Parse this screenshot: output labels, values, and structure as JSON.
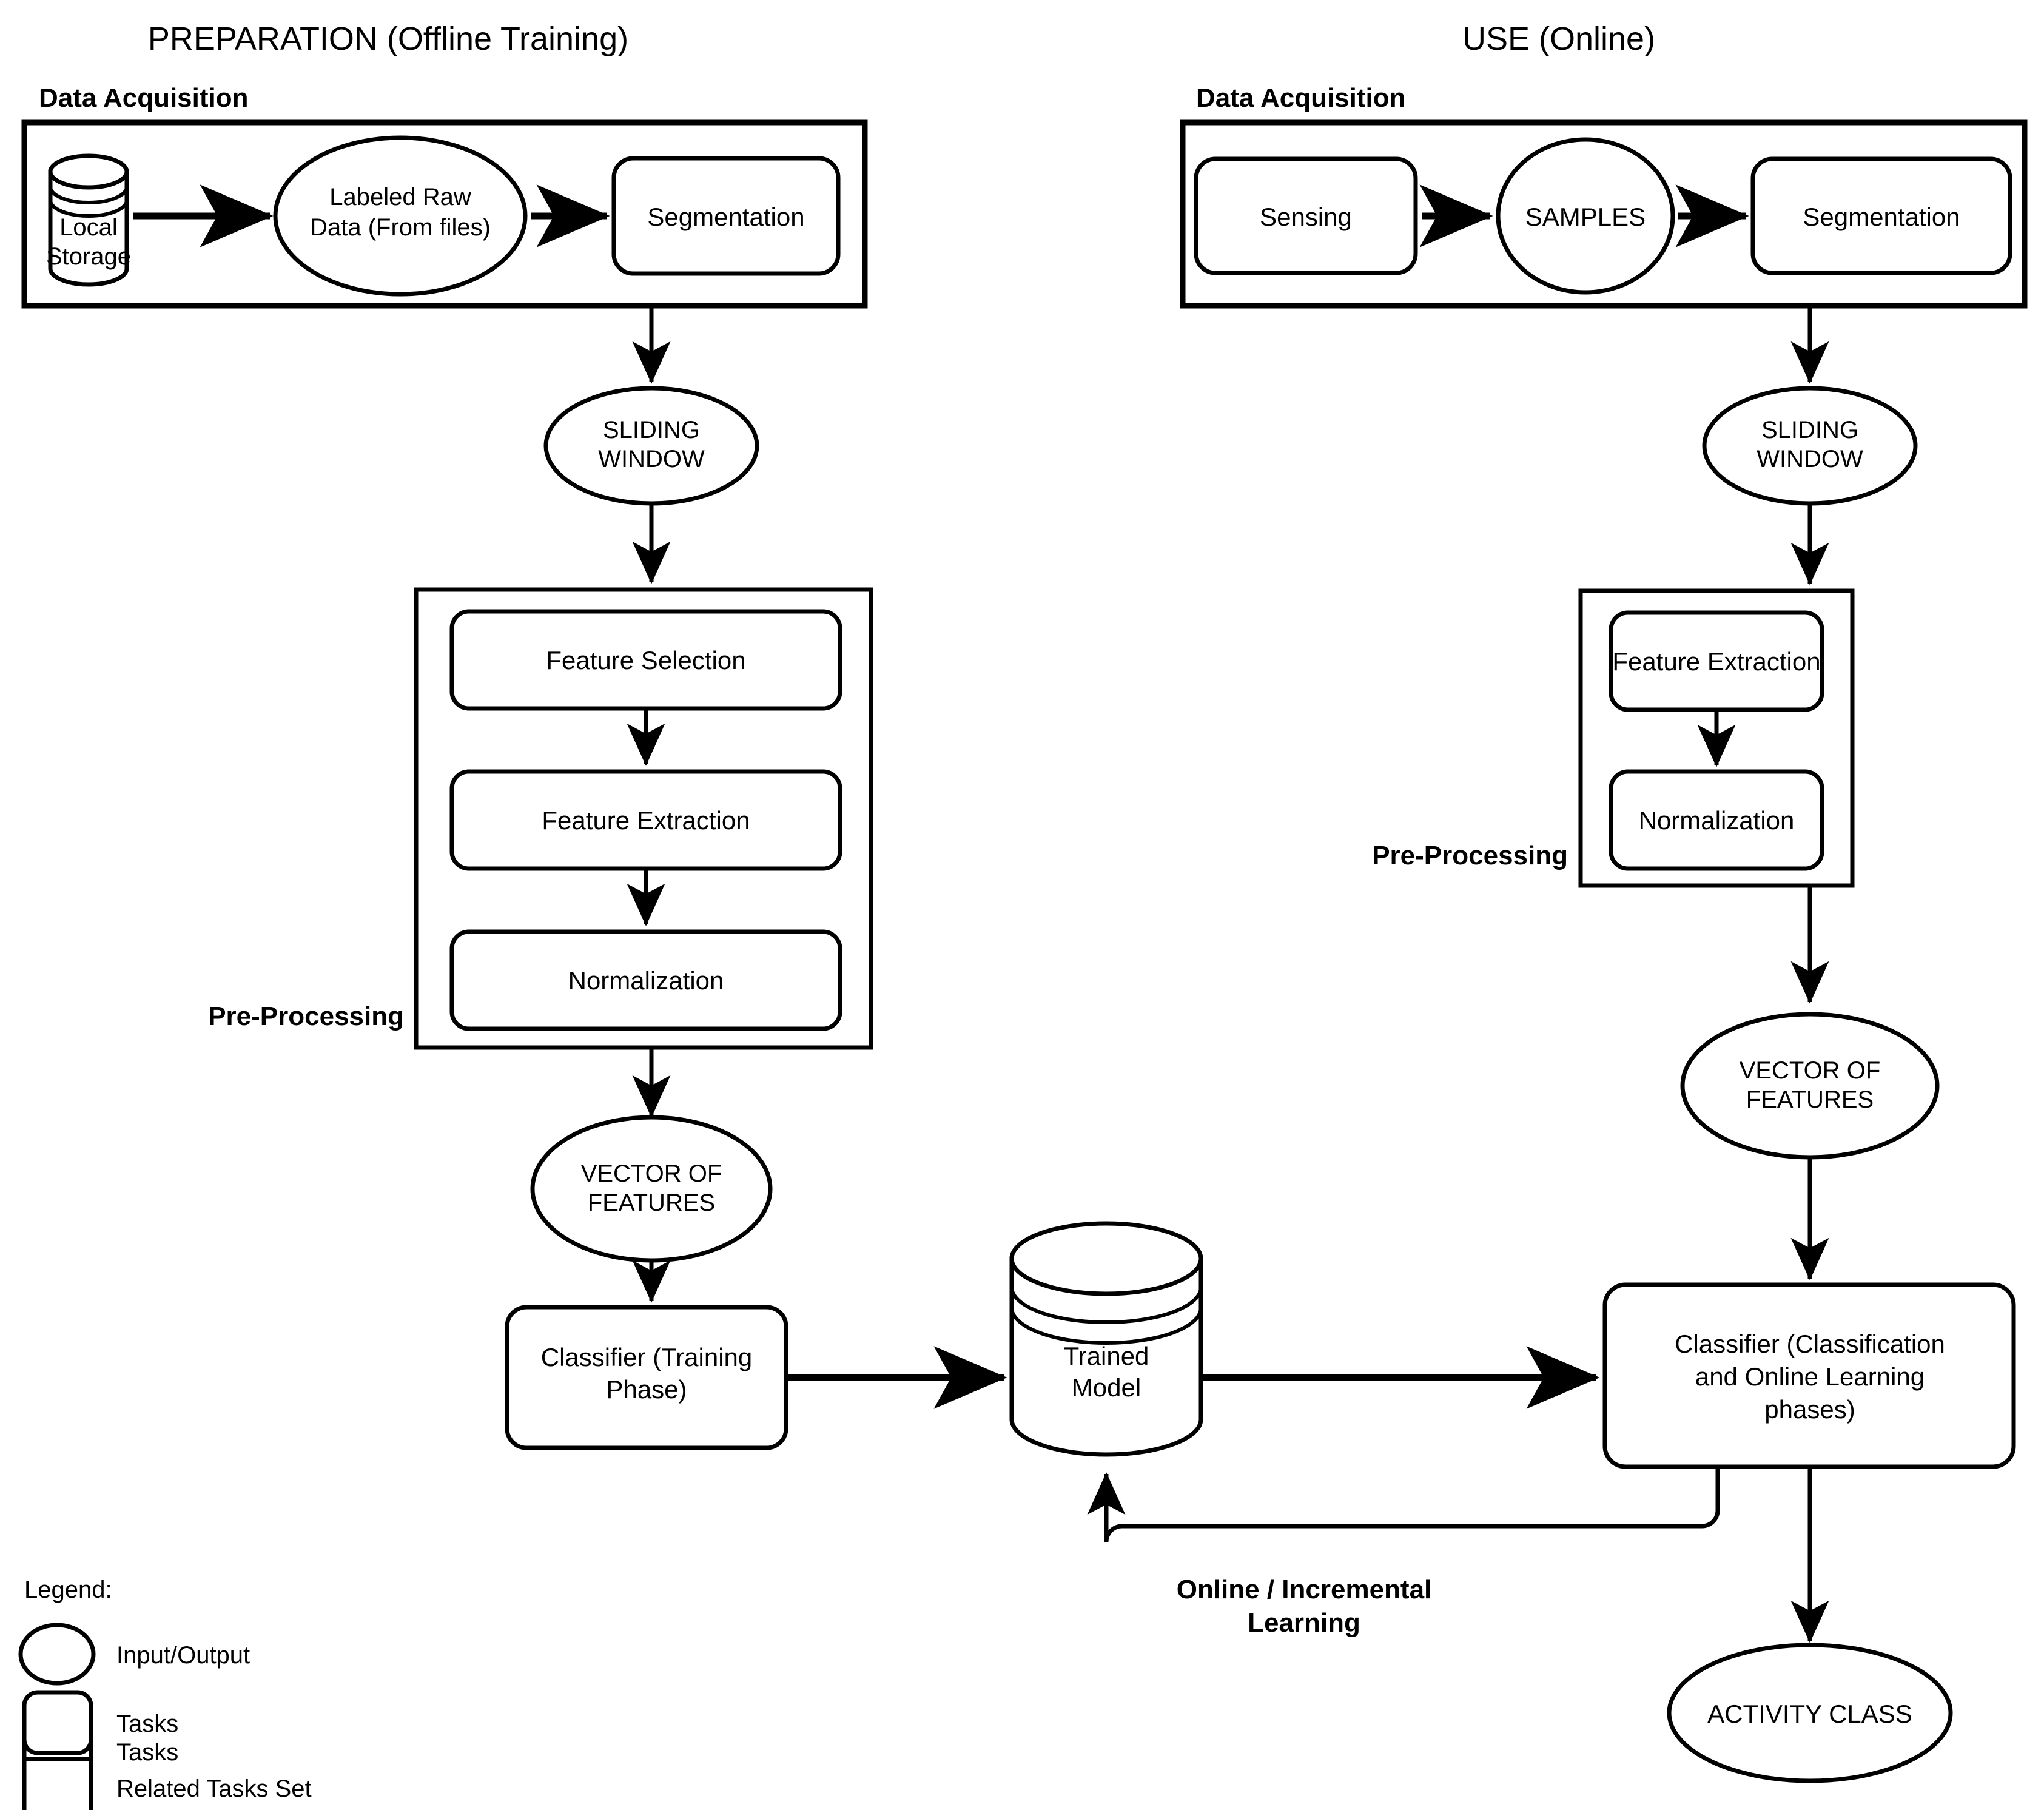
{
  "diagram": {
    "title_left": "PREPARATION (Offline Training)",
    "title_right": "USE (Online)",
    "section_labels": {
      "data_acq_left": "Data Acquisition",
      "data_acq_right": "Data Acquisition",
      "preproc_left": "Pre-Processing",
      "preproc_right": "Pre-Processing",
      "feedback": "Online / Incremental\nLearning",
      "feedback_line1": "Online / Incremental",
      "feedback_line2": "Learning"
    },
    "left_pipeline": {
      "storage": {
        "line1": "Local",
        "line2": "Storage"
      },
      "raw_data": {
        "line1": "Labeled Raw",
        "line2": "Data (From files)"
      },
      "segmentation": "Segmentation",
      "sliding_window": {
        "line1": "SLIDING",
        "line2": "WINDOW"
      },
      "preproc_steps": [
        "Feature Selection",
        "Feature Extraction",
        "Normalization"
      ],
      "vector_of_features": {
        "line1": "VECTOR OF",
        "line2": "FEATURES"
      },
      "classifier": {
        "line1": "Classifier (Training",
        "line2": "Phase)"
      }
    },
    "right_pipeline": {
      "sensing": "Sensing",
      "samples": "SAMPLES",
      "segmentation": "Segmentation",
      "sliding_window": {
        "line1": "SLIDING",
        "line2": "WINDOW"
      },
      "preproc_steps": [
        "Feature Extraction",
        "Normalization"
      ],
      "vector_of_features": {
        "line1": "VECTOR OF",
        "line2": "FEATURES"
      },
      "classifier": {
        "line1": "Classifier (Classification",
        "line2": "and Online Learning",
        "line3": "phases)"
      },
      "activity_class": "ACTIVITY CLASS"
    },
    "center": {
      "trained_model": {
        "line1": "Trained",
        "line2": "Model"
      }
    },
    "legend": {
      "title": "Legend:",
      "items": [
        {
          "shape": "ellipse",
          "label": "Input/Output"
        },
        {
          "shape": "rounded-rect",
          "label": "Tasks"
        },
        {
          "shape": "rect",
          "label": "Related Tasks Set"
        }
      ]
    },
    "colors": {
      "stroke": "#000000",
      "fill": "#ffffff",
      "background": "#ffffff"
    }
  }
}
